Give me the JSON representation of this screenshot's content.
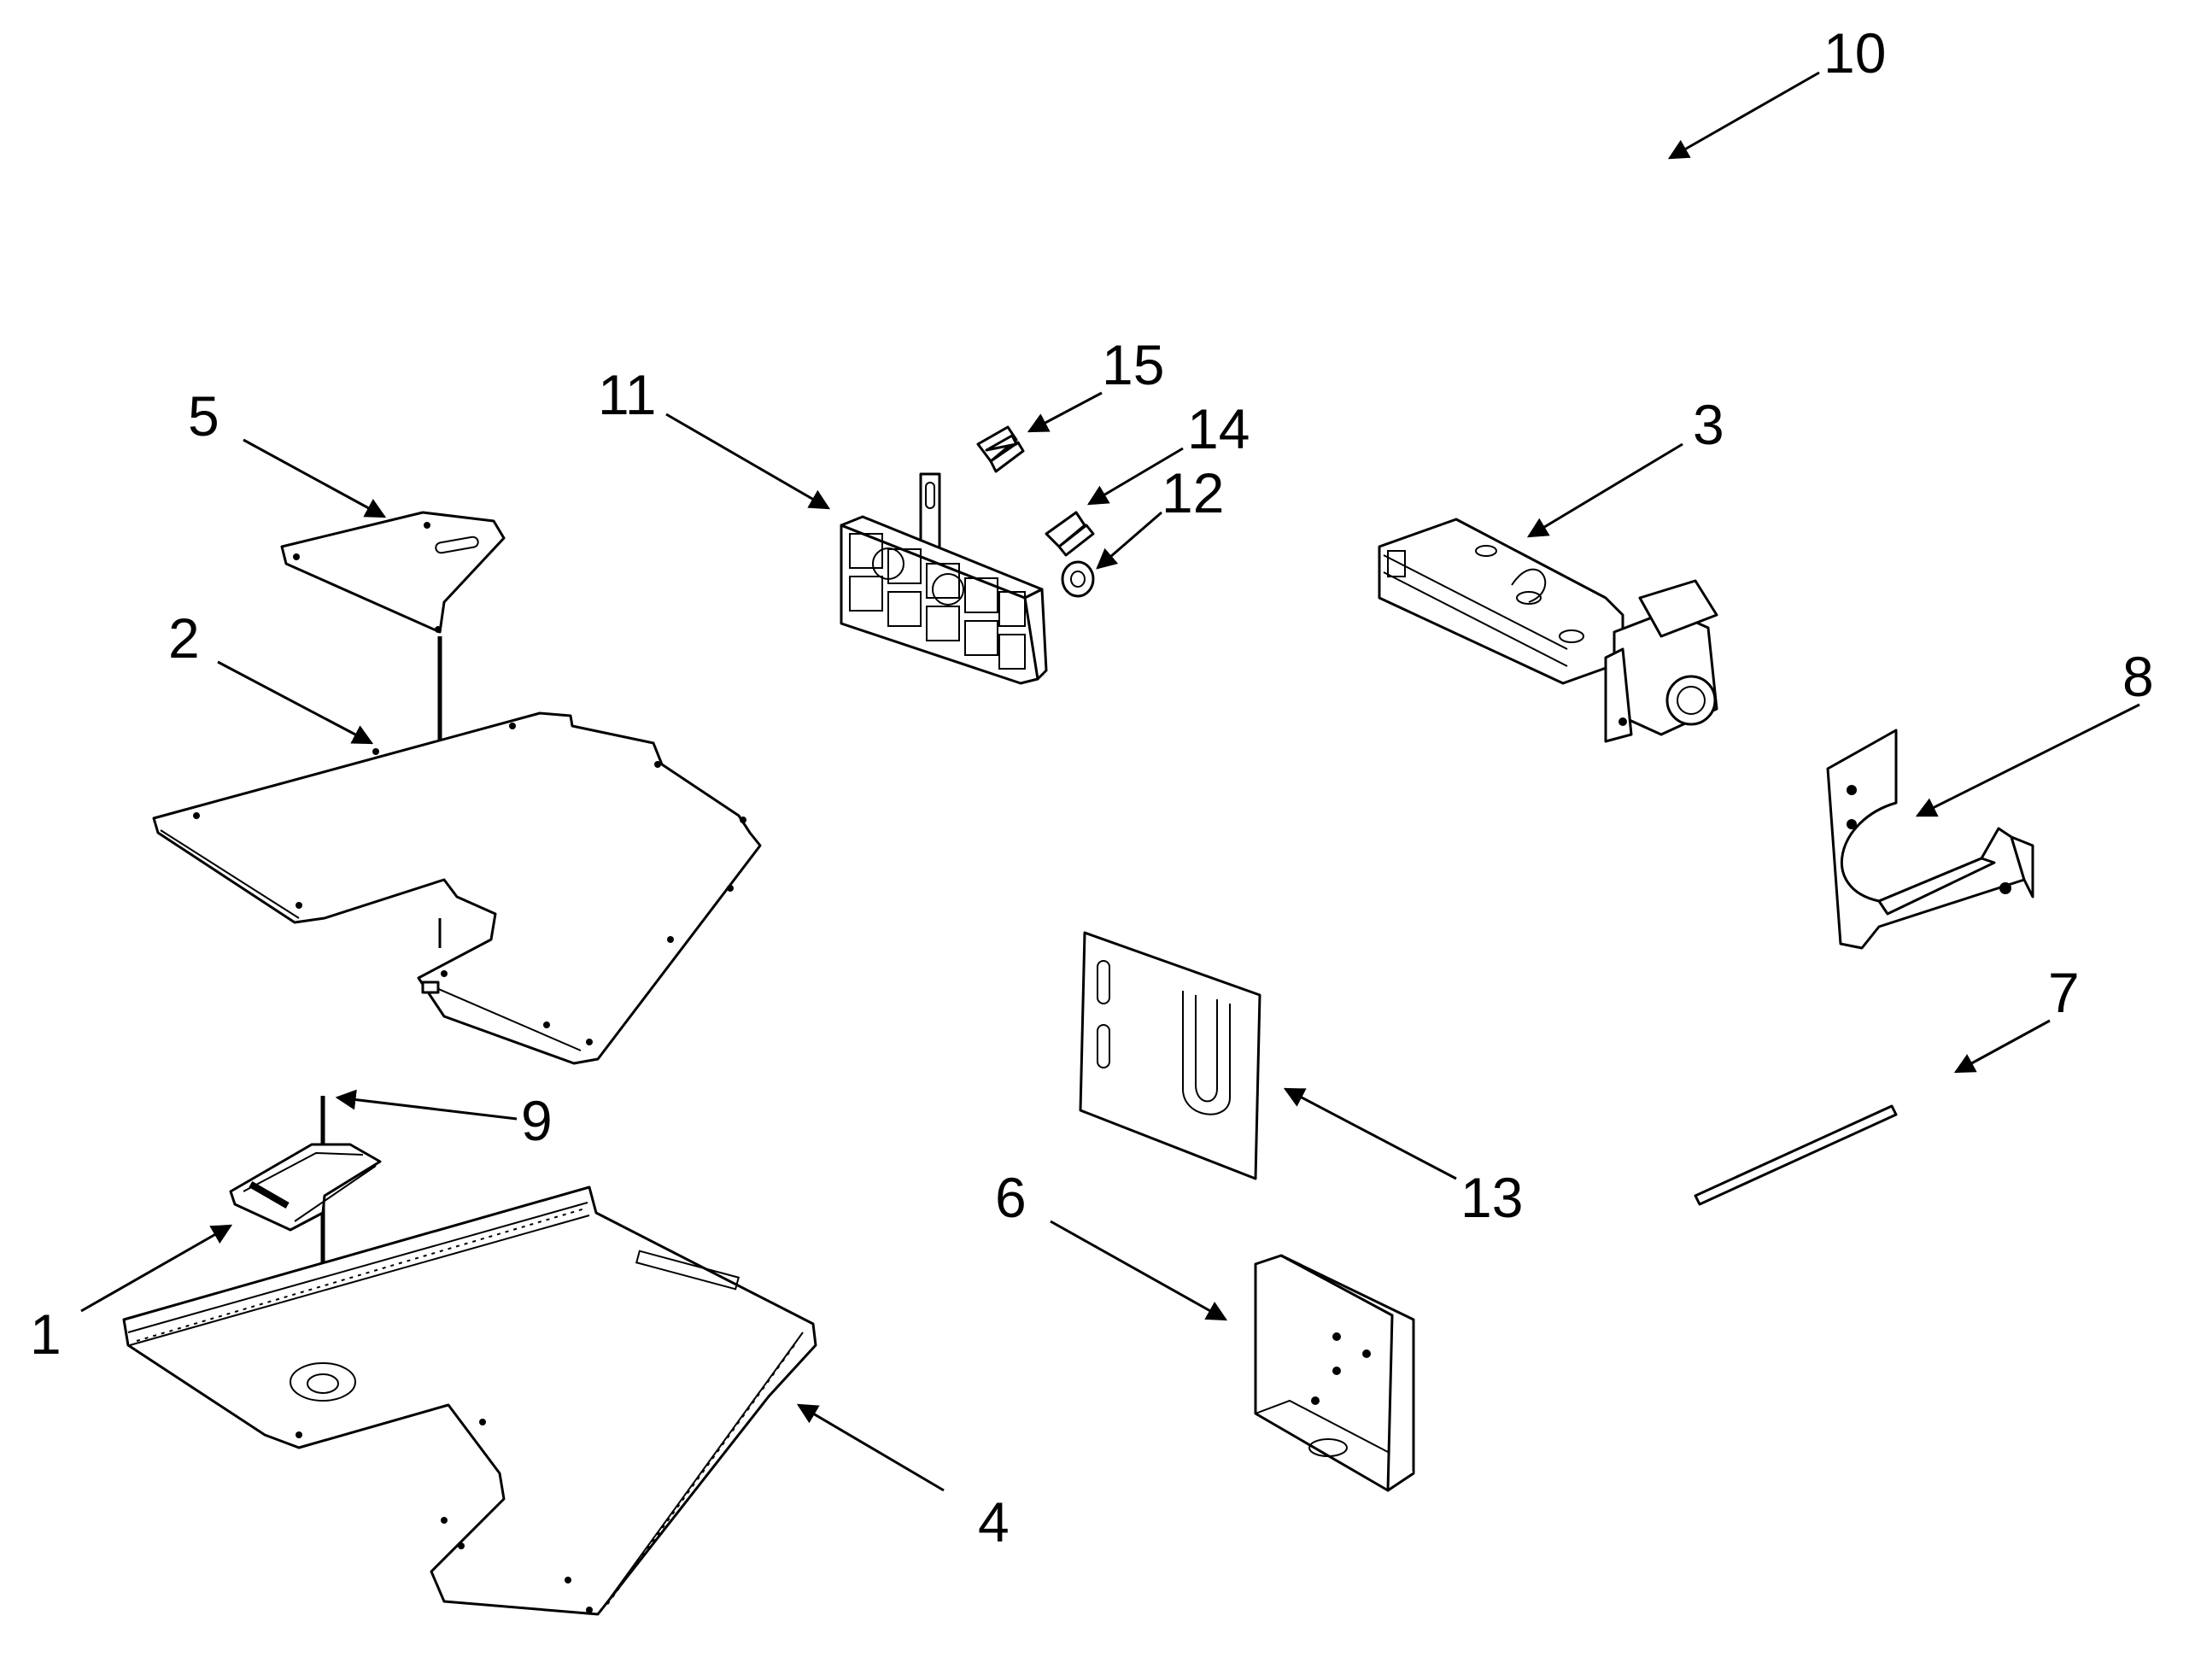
{
  "colors": {
    "background": "#ffffff",
    "ink": "#000000"
  },
  "callouts": [
    {
      "id": "1",
      "label": "1"
    },
    {
      "id": "2",
      "label": "2"
    },
    {
      "id": "3",
      "label": "3"
    },
    {
      "id": "4",
      "label": "4"
    },
    {
      "id": "5",
      "label": "5"
    },
    {
      "id": "6",
      "label": "6"
    },
    {
      "id": "7",
      "label": "7"
    },
    {
      "id": "8",
      "label": "8"
    },
    {
      "id": "9",
      "label": "9"
    },
    {
      "id": "10",
      "label": "10"
    },
    {
      "id": "11",
      "label": "11"
    },
    {
      "id": "12",
      "label": "12"
    },
    {
      "id": "13",
      "label": "13"
    },
    {
      "id": "14",
      "label": "14"
    },
    {
      "id": "15",
      "label": "15"
    }
  ]
}
